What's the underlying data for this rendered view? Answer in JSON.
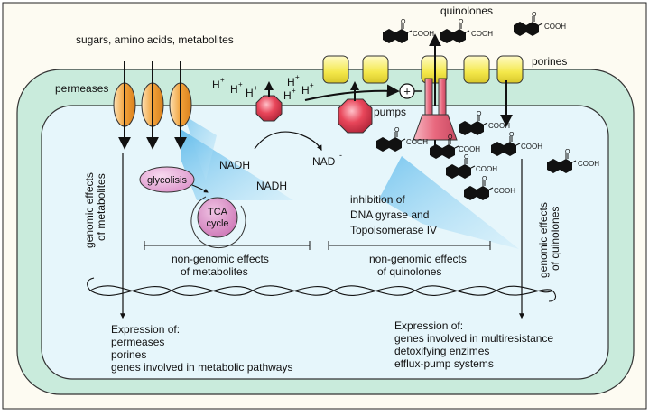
{
  "labels": {
    "sugars": "sugars, amino acids, metabolites",
    "permeases": "permeases",
    "quinolones": "quinolones",
    "porines": "porines",
    "pumps": "pumps",
    "proton": "H",
    "plus_sup": "+",
    "nadh1": "NADH",
    "nadh2": "NADH",
    "nad": "NAD",
    "minus_sup": "-",
    "glycolisis": "glycolisis",
    "tca1": "TCA",
    "tca2": "cycle",
    "genomic_metab_1": "genomic effects",
    "genomic_metab_2": "of metabolites",
    "genomic_quin_1": "genomic effects",
    "genomic_quin_2": "of quinolones",
    "inhib_1": "inhibition of",
    "inhib_2": "DNA gyrase and",
    "inhib_3": "Topoisomerase IV",
    "nongen_metab_1": "non-genomic effects",
    "nongen_metab_2": "of metabolites",
    "nongen_quin_1": "non-genomic effects",
    "nongen_quin_2": "of quinolones",
    "cooh": "COOH",
    "keto": "O",
    "plus_symbol": "+"
  },
  "expression_left": [
    "Expression of:",
    "permeases",
    "porines",
    "genes involved in metabolic pathways"
  ],
  "expression_right": [
    "Expression of:",
    "genes involved in multiresistance",
    "detoxifying enzimes",
    "efflux-pump systems"
  ],
  "colors": {
    "frame_bg": "#fdfbf2",
    "outer_membrane": "#c9ebdc",
    "cytoplasm": "#e6f6fb",
    "permease": "#f2a23a",
    "porin": "#f4e84a",
    "pump_red": "#e8465a",
    "pump_pink": "#f39aa8",
    "blue_wedge": "#7cc6ee",
    "glyco": "#e7a9d8",
    "tca": "#d98bc6"
  }
}
